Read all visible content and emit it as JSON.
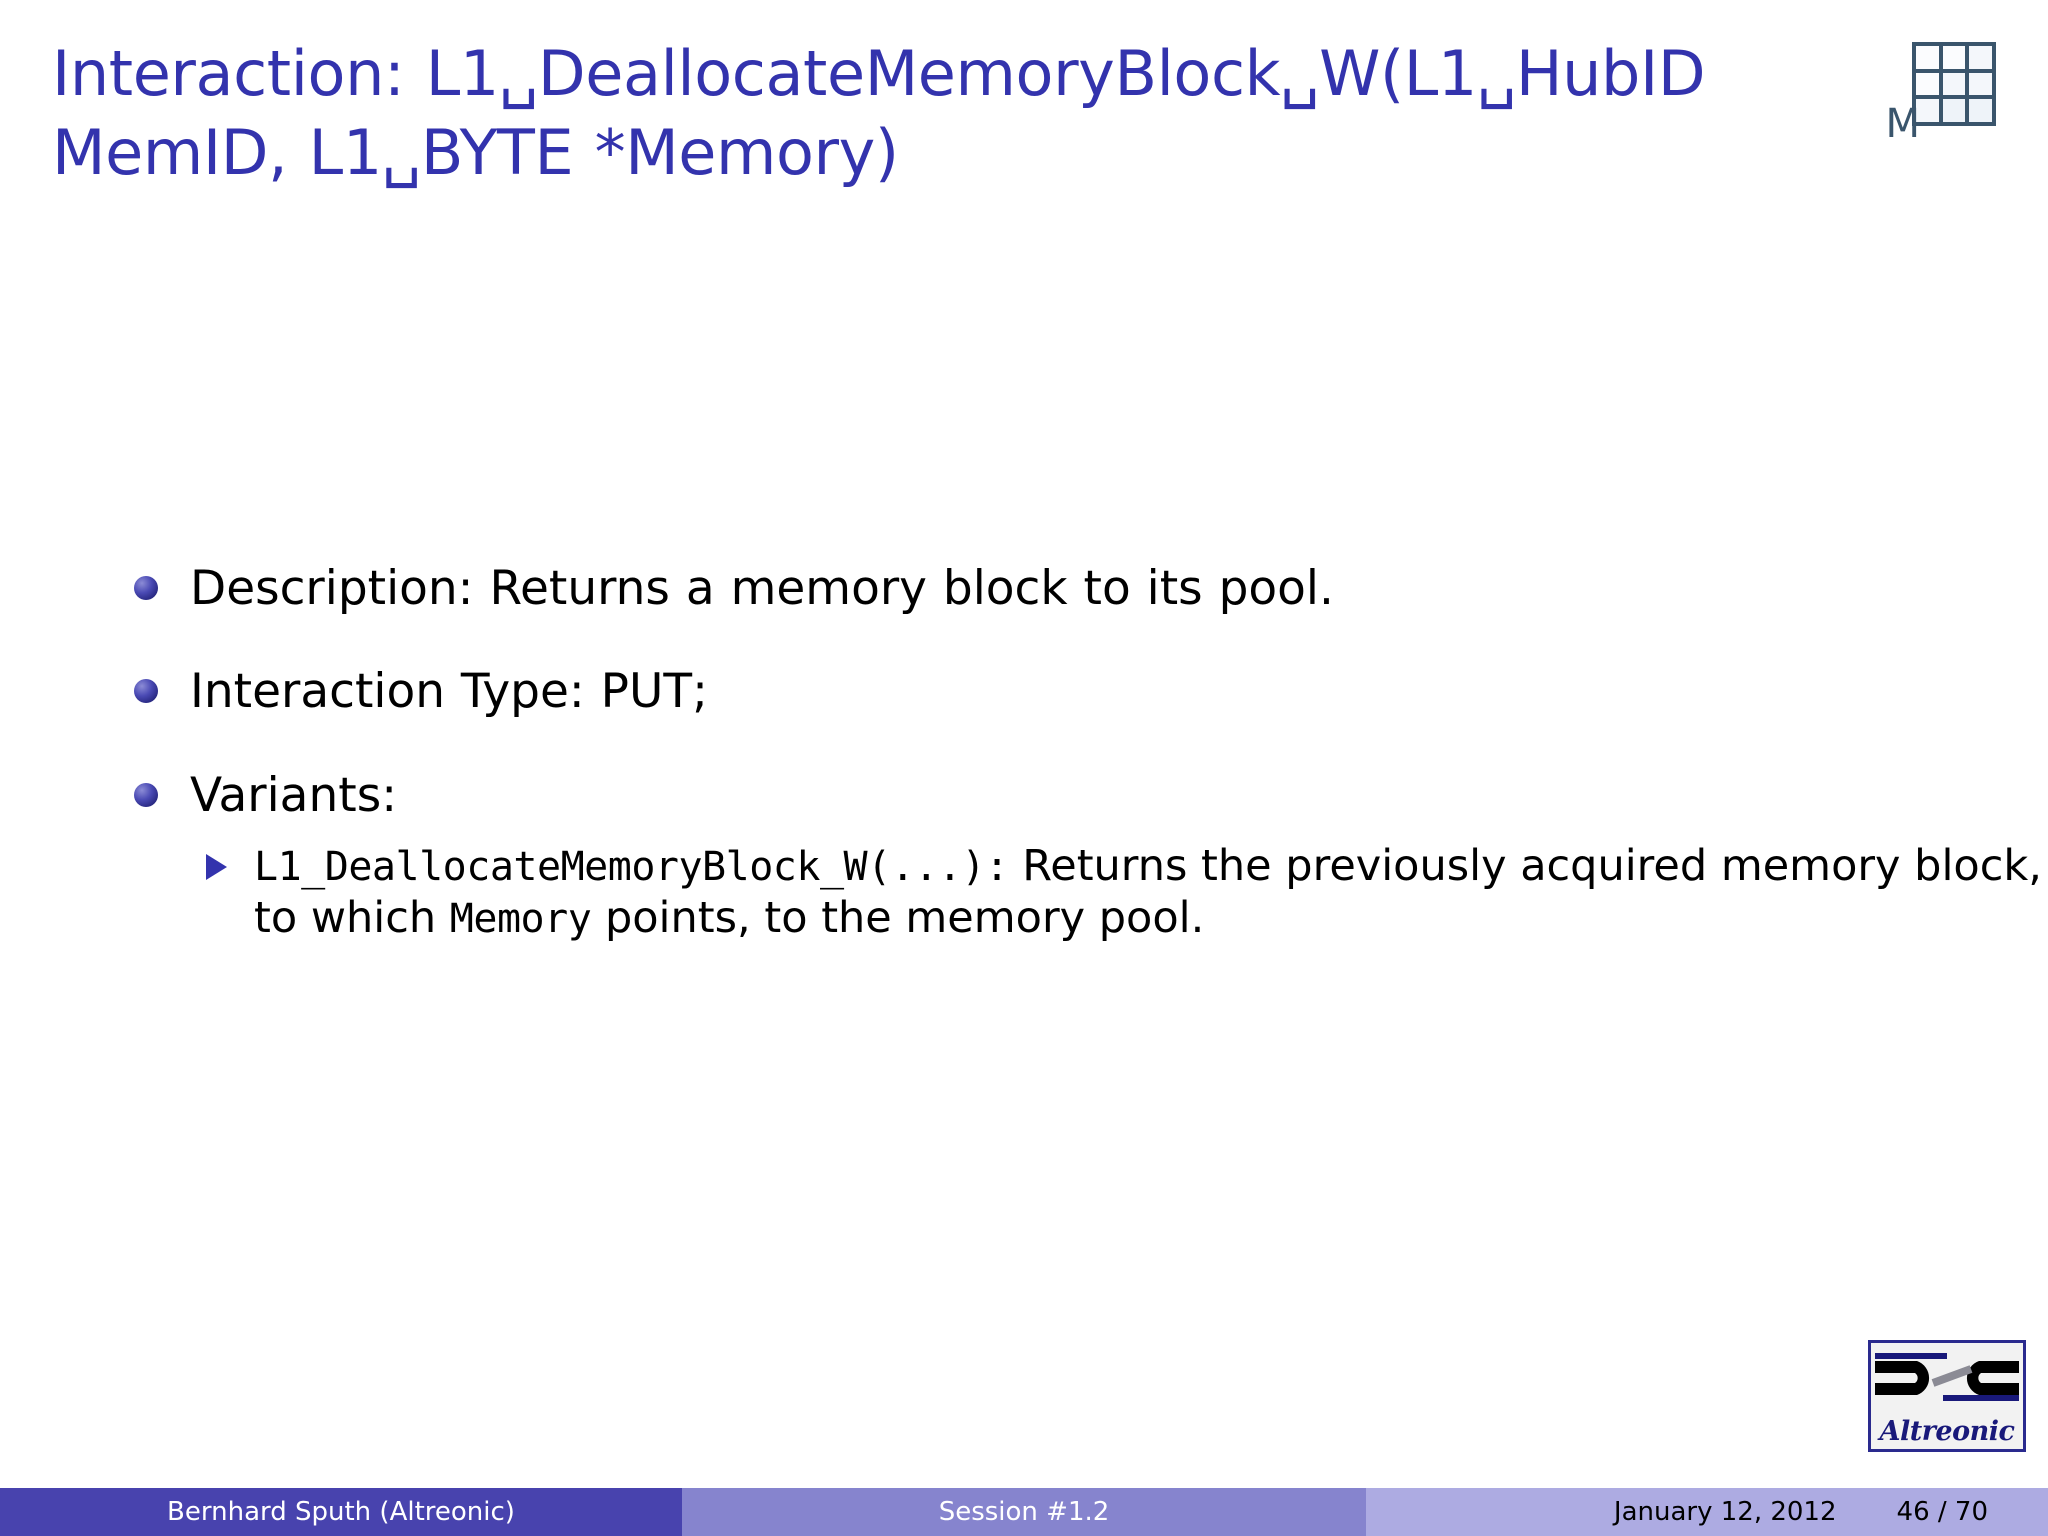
{
  "slide": {
    "title": "Interaction: L1_DeallocateMemoryBlock_W(L1_HubID MemID, L1_BYTE *Memory)",
    "title_line1": "Interaction: L1␣DeallocateMemoryBlock␣W(L1␣HubID",
    "title_line2": "MemID, L1␣BYTE *Memory)",
    "accent_color": "#3333AD"
  },
  "logo_kurt": {
    "letter": "M",
    "icon": "matrix-grid-icon",
    "color": "#3A556C"
  },
  "content": {
    "bullets": [
      {
        "text": "Description: Returns a memory block to its pool."
      },
      {
        "text": "Interaction Type: PUT;"
      },
      {
        "text": "Variants:"
      }
    ],
    "subbullet": {
      "code_name": "L1_DeallocateMemoryBlock_W(...):",
      "text_part1": " Returns the previously acquired memory block, to which ",
      "code_inline": "Memory",
      "text_part2": " points, to the memory pool."
    }
  },
  "brand_logo": {
    "name": "Altreonic",
    "border_color": "#2a2a8e"
  },
  "footer": {
    "author": "Bernhard Sputh  (Altreonic)",
    "session": "Session #1.2",
    "date": "January 12, 2012",
    "page": "46 / 70",
    "colors": {
      "author_bg": "#4843AE",
      "session_bg": "#8684CE",
      "right_bg": "#ADABE2"
    }
  }
}
